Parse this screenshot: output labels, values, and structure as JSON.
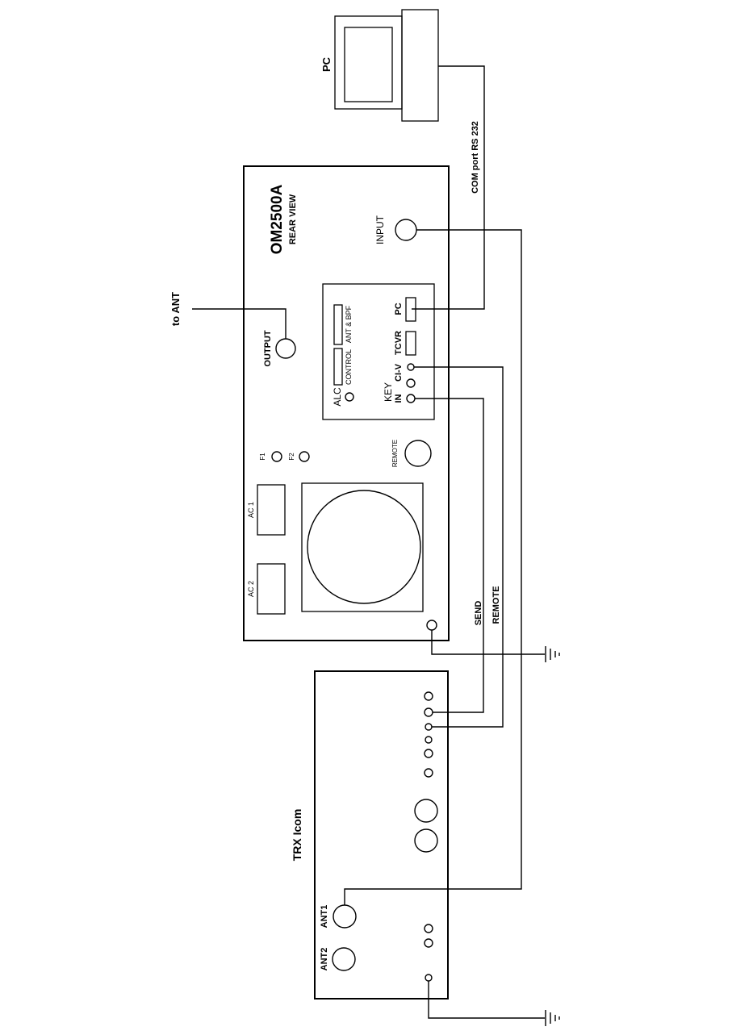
{
  "pc": {
    "label": "PC"
  },
  "com_port": {
    "label": "COM port RS 232"
  },
  "amplifier": {
    "model": "OM2500A",
    "view": "REAR VIEW",
    "output": "OUTPUT",
    "input": "INPUT",
    "alc": "ALC",
    "control": "CONTROL",
    "ant_bpf": "ANT & BPF",
    "key": "KEY",
    "in": "IN",
    "civ": "CI-V",
    "tcvr": "TCVR",
    "pc_port": "PC",
    "f1": "F1",
    "f2": "F2",
    "remote_conn": "REMOTE",
    "ac1": "AC 1",
    "ac2": "AC 2"
  },
  "to_ant": {
    "label": "to ANT"
  },
  "cables": {
    "send": "SEND",
    "remote": "REMOTE"
  },
  "trx": {
    "title": "TRX  Icom",
    "ant1": "ANT1",
    "ant2": "ANT2"
  }
}
